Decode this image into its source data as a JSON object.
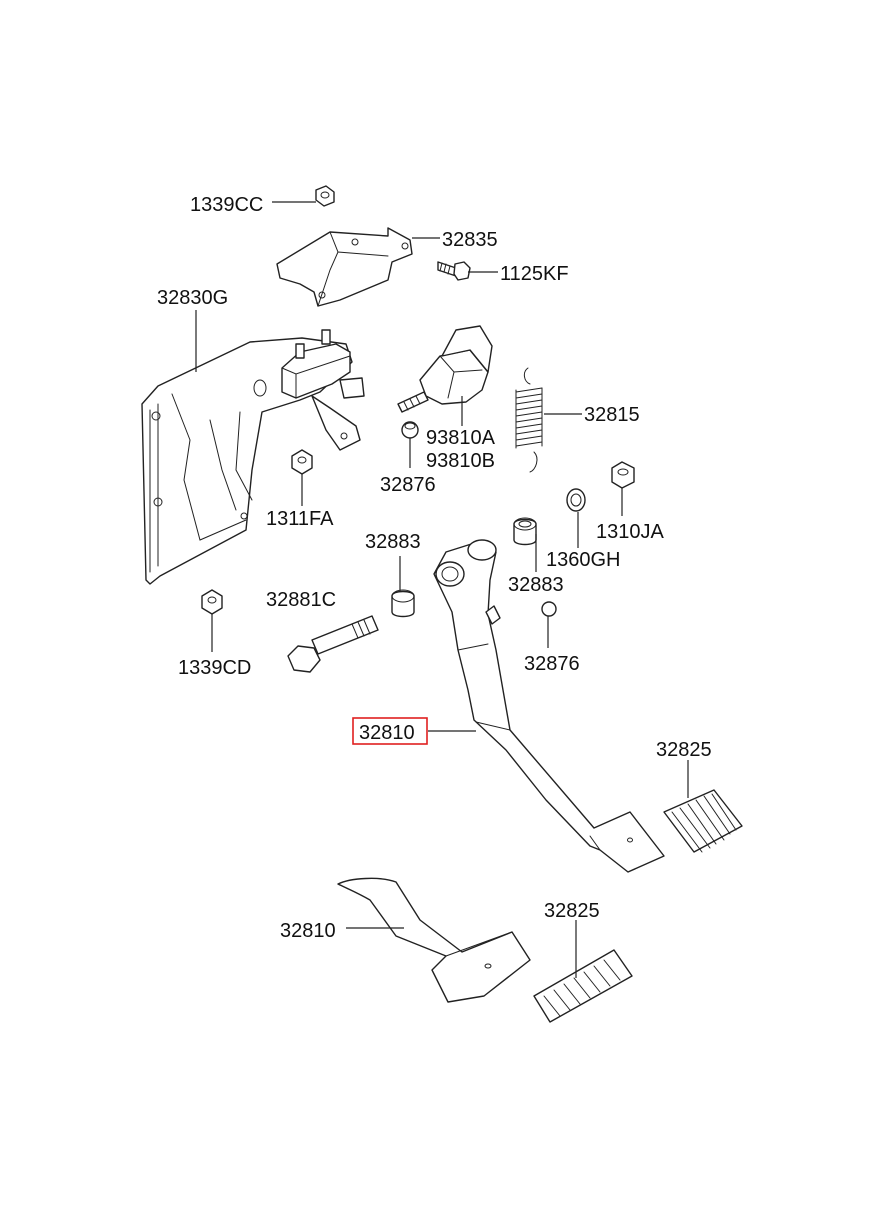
{
  "labels": {
    "nut_top": "1339CC",
    "bracket": "32835",
    "bolt_top": "1125KF",
    "housing": "32830G",
    "switch_a": "93810A",
    "switch_b": "93810B",
    "spring": "32815",
    "stopper_left": "32876",
    "nut_mid": "1311FA",
    "bushing_left": "32883",
    "bolt_pivot": "32881C",
    "nut_bottom": "1339CD",
    "bushing_right": "32883",
    "washer": "1360GH",
    "nut_right": "1310JA",
    "stopper_right": "32876",
    "pedal_arm_highlighted": "32810",
    "pad_upper": "32825",
    "pedal_arm_lower": "32810",
    "pad_lower": "32825"
  },
  "colors": {
    "highlight_box": "#e02020",
    "line": "#222222",
    "background": "#ffffff"
  }
}
